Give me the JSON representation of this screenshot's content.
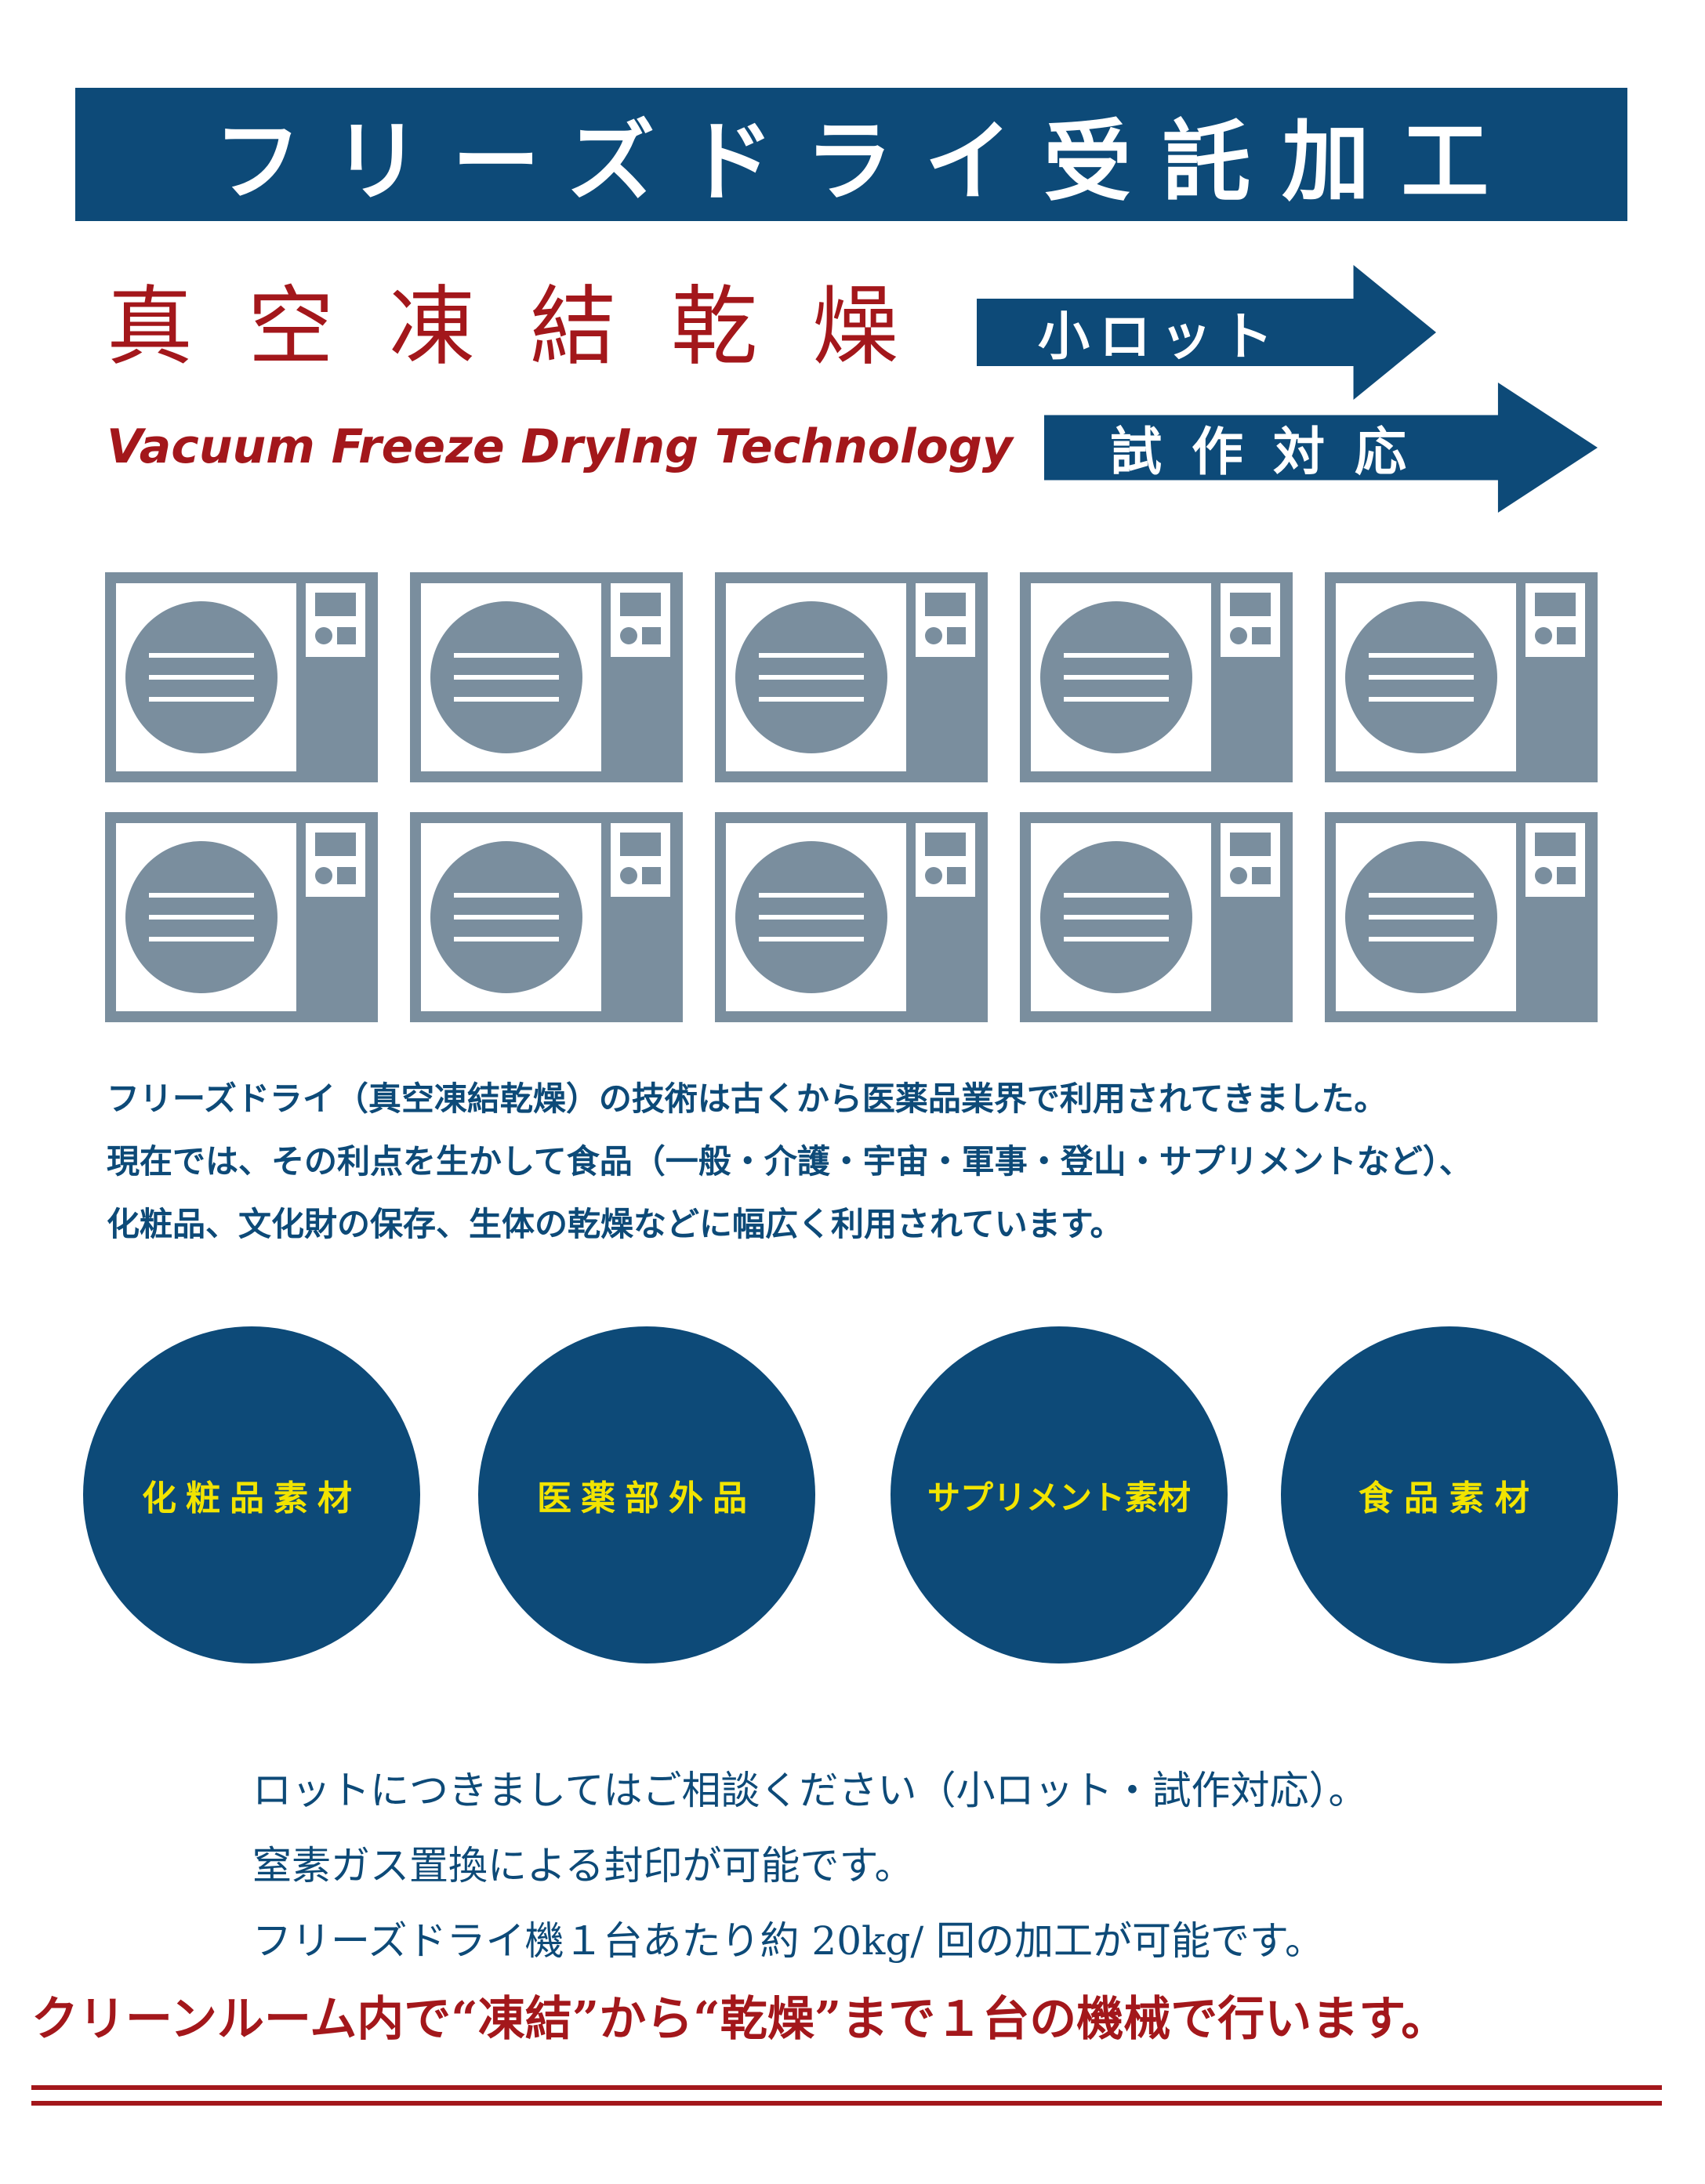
{
  "banner": {
    "title": "フリーズドライ受託加工"
  },
  "heading": {
    "jp": "真空凍結乾燥",
    "en": "Vacuum Freeze DryIng Technology"
  },
  "arrows": [
    {
      "label": "小ロット"
    },
    {
      "label": "試作対応"
    }
  ],
  "machines": {
    "rows": 2,
    "per_row": 5,
    "icon": "freeze-dryer-machine-icon"
  },
  "intro": {
    "lines": [
      "フリーズドライ（真空凍結乾燥）の技術は古くから医薬品業界で利用されてきました。",
      "現在では、その利点を生かして食品（一般・介護・宇宙・軍事・登山・サプリメントなど）、",
      "化粧品、文化財の保存、生体の乾燥などに幅広く利用されています。"
    ]
  },
  "categories": [
    {
      "label": "化粧品素材"
    },
    {
      "label": "医薬部外品"
    },
    {
      "label": "サプリメント素材"
    },
    {
      "label": "食品素材"
    }
  ],
  "notes": {
    "lines": [
      "ロットにつきましてはご相談ください（小ロット・試作対応）。",
      "窒素ガス置換による封印が可能です。",
      "フリーズドライ機１台あたり約 20kg/ 回の加工が可能です。"
    ]
  },
  "footer": {
    "text": "クリーンルーム内で“凍結”から“乾燥”まで１台の機械で行います。"
  },
  "colors": {
    "navy": "#0d4a78",
    "red": "#a3171b",
    "machine_gray": "#7a8e9e",
    "yellow": "#f2e400"
  }
}
